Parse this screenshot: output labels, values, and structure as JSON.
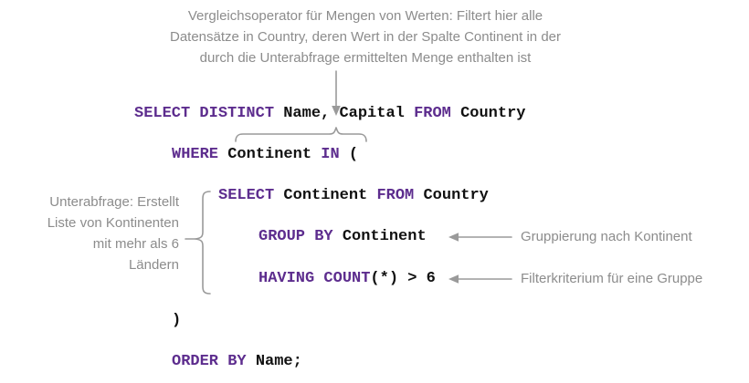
{
  "annotations": {
    "top": "Vergleichsoperator für Mengen von Werten: Filtert hier alle\nDatensätze in Country, deren Wert in der Spalte Continent in der\ndurch die Unterabfrage ermittelten Menge enthalten ist",
    "left": "Unterabfrage: Erstellt\nListe von Kontinenten\nmit mehr als 6\nLändern",
    "group_by": "Gruppierung nach Kontinent",
    "having": "Filterkriterium für eine Gruppe"
  },
  "sql": {
    "line1": {
      "kw1": "SELECT DISTINCT ",
      "id1": "Name, Capital ",
      "kw2": "FROM ",
      "id2": "Country"
    },
    "line2": {
      "kw1": "WHERE ",
      "id1": "Continent ",
      "kw2": "IN",
      "id2": " ("
    },
    "line3": {
      "kw1": "SELECT ",
      "id1": "Continent ",
      "kw2": "FROM ",
      "id2": "Country"
    },
    "line4": {
      "kw1": "GROUP BY ",
      "id1": "Continent"
    },
    "line5": {
      "kw1": "HAVING COUNT",
      "id1": "(*) > 6"
    },
    "line6": {
      "id1": ")"
    },
    "line7": {
      "kw1": "ORDER BY ",
      "id1": "Name;"
    }
  },
  "colors": {
    "keyword": "#5d2d8e",
    "identifier": "#111111",
    "annotation": "#8c8c8c",
    "connector": "#9a9a9a",
    "background": "#ffffff"
  }
}
